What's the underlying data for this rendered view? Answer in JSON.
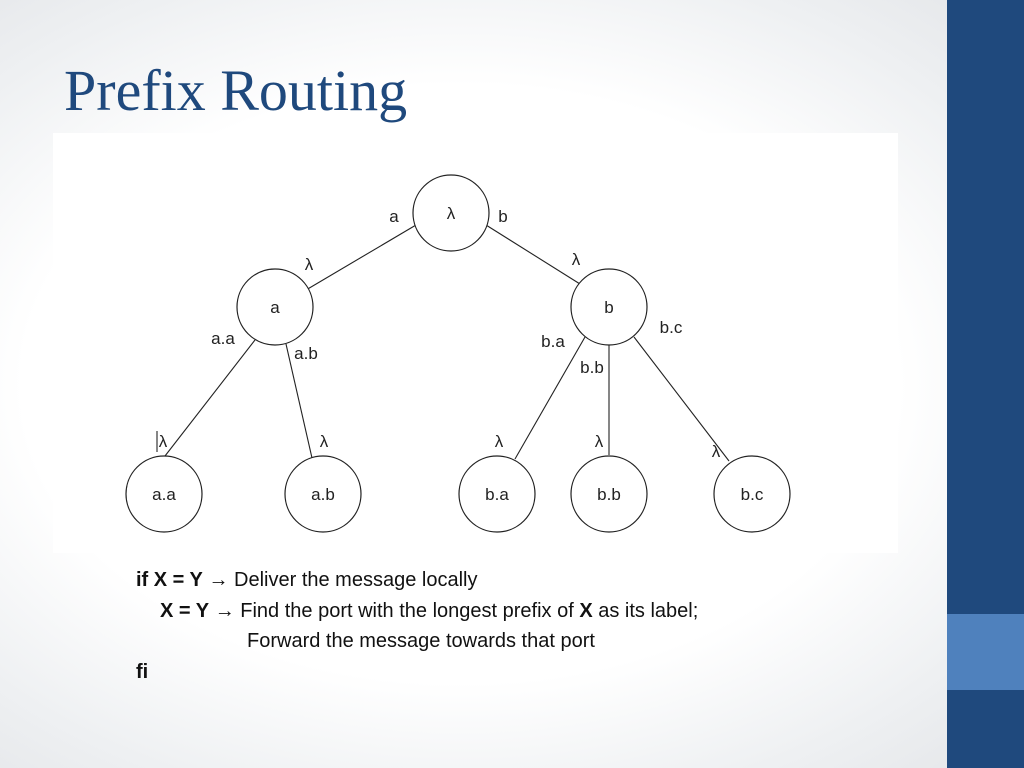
{
  "slide": {
    "title": "Prefix Routing",
    "colors": {
      "title": "#1f497d",
      "sidebar": "#1f497d",
      "sidebar_accent": "#4f81bd"
    }
  },
  "diagram": {
    "nodes": {
      "root": "λ",
      "a": "a",
      "b": "b",
      "aa": "a.a",
      "ab": "a.b",
      "ba": "b.a",
      "bb": "b.b",
      "bc": "b.c"
    },
    "edge_labels": {
      "root_a_parent": "a",
      "root_b_parent": "b",
      "a_root": "λ",
      "b_root": "λ",
      "a_aa_parent": "a.a",
      "a_ab_parent": "a.b",
      "b_ba_parent": "b.a",
      "b_bb_parent": "b.b",
      "b_bc_parent": "b.c",
      "aa_child": "λ",
      "ab_child": "λ",
      "ba_child": "λ",
      "bb_child": "λ",
      "bc_child": "λ"
    }
  },
  "algorithm": {
    "line1": {
      "kw_if": "if",
      "cond": "X = Y",
      "arrow": "→",
      "action": "Deliver the message locally"
    },
    "line2": {
      "cond": "X = Y",
      "arrow": "→",
      "action_pre": "Find the port with the longest prefix of",
      "var": "X",
      "action_post": "as its label;"
    },
    "line3": {
      "action": "Forward the message towards that port"
    },
    "line4": {
      "kw_fi": "fi"
    }
  }
}
